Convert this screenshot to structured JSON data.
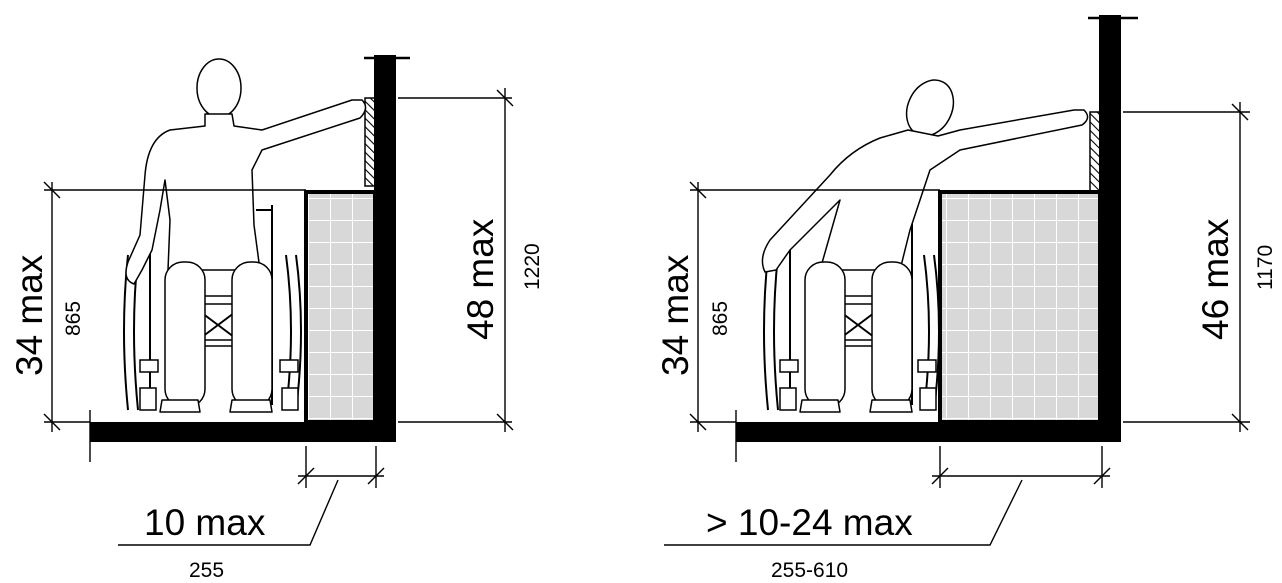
{
  "left_figure": {
    "vertical_reach_imperial": "34 max",
    "vertical_reach_metric": "865",
    "high_reach_imperial": "48 max",
    "high_reach_metric": "1220",
    "depth_imperial": "10 max",
    "depth_metric": "255"
  },
  "right_figure": {
    "vertical_reach_imperial": "34 max",
    "vertical_reach_metric": "865",
    "high_reach_imperial": "46 max",
    "high_reach_metric": "1170",
    "depth_imperial": "> 10-24 max",
    "depth_metric": "255-610"
  },
  "colors": {
    "line": "#000000",
    "obstruction_fill": "#d8d8d8",
    "obstruction_grid": "#ffffff",
    "background": "#ffffff"
  }
}
